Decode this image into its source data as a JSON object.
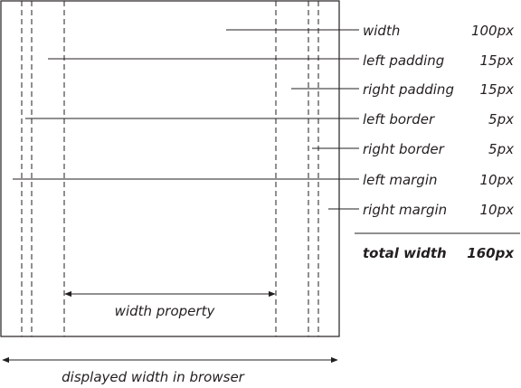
{
  "rows": [
    {
      "label": "width",
      "value": "100px"
    },
    {
      "label": "left padding",
      "value": "15px"
    },
    {
      "label": "right padding",
      "value": "15px"
    },
    {
      "label": "left border",
      "value": "5px"
    },
    {
      "label": "right border",
      "value": "5px"
    },
    {
      "label": "left margin",
      "value": "10px"
    },
    {
      "label": "right margin",
      "value": "10px"
    }
  ],
  "total": {
    "label": "total width",
    "value": "160px"
  },
  "width_property_label": "width property",
  "displayed_width_label": "displayed width in browser",
  "colors": {
    "ink": "#231f20",
    "background": "#ffffff"
  }
}
